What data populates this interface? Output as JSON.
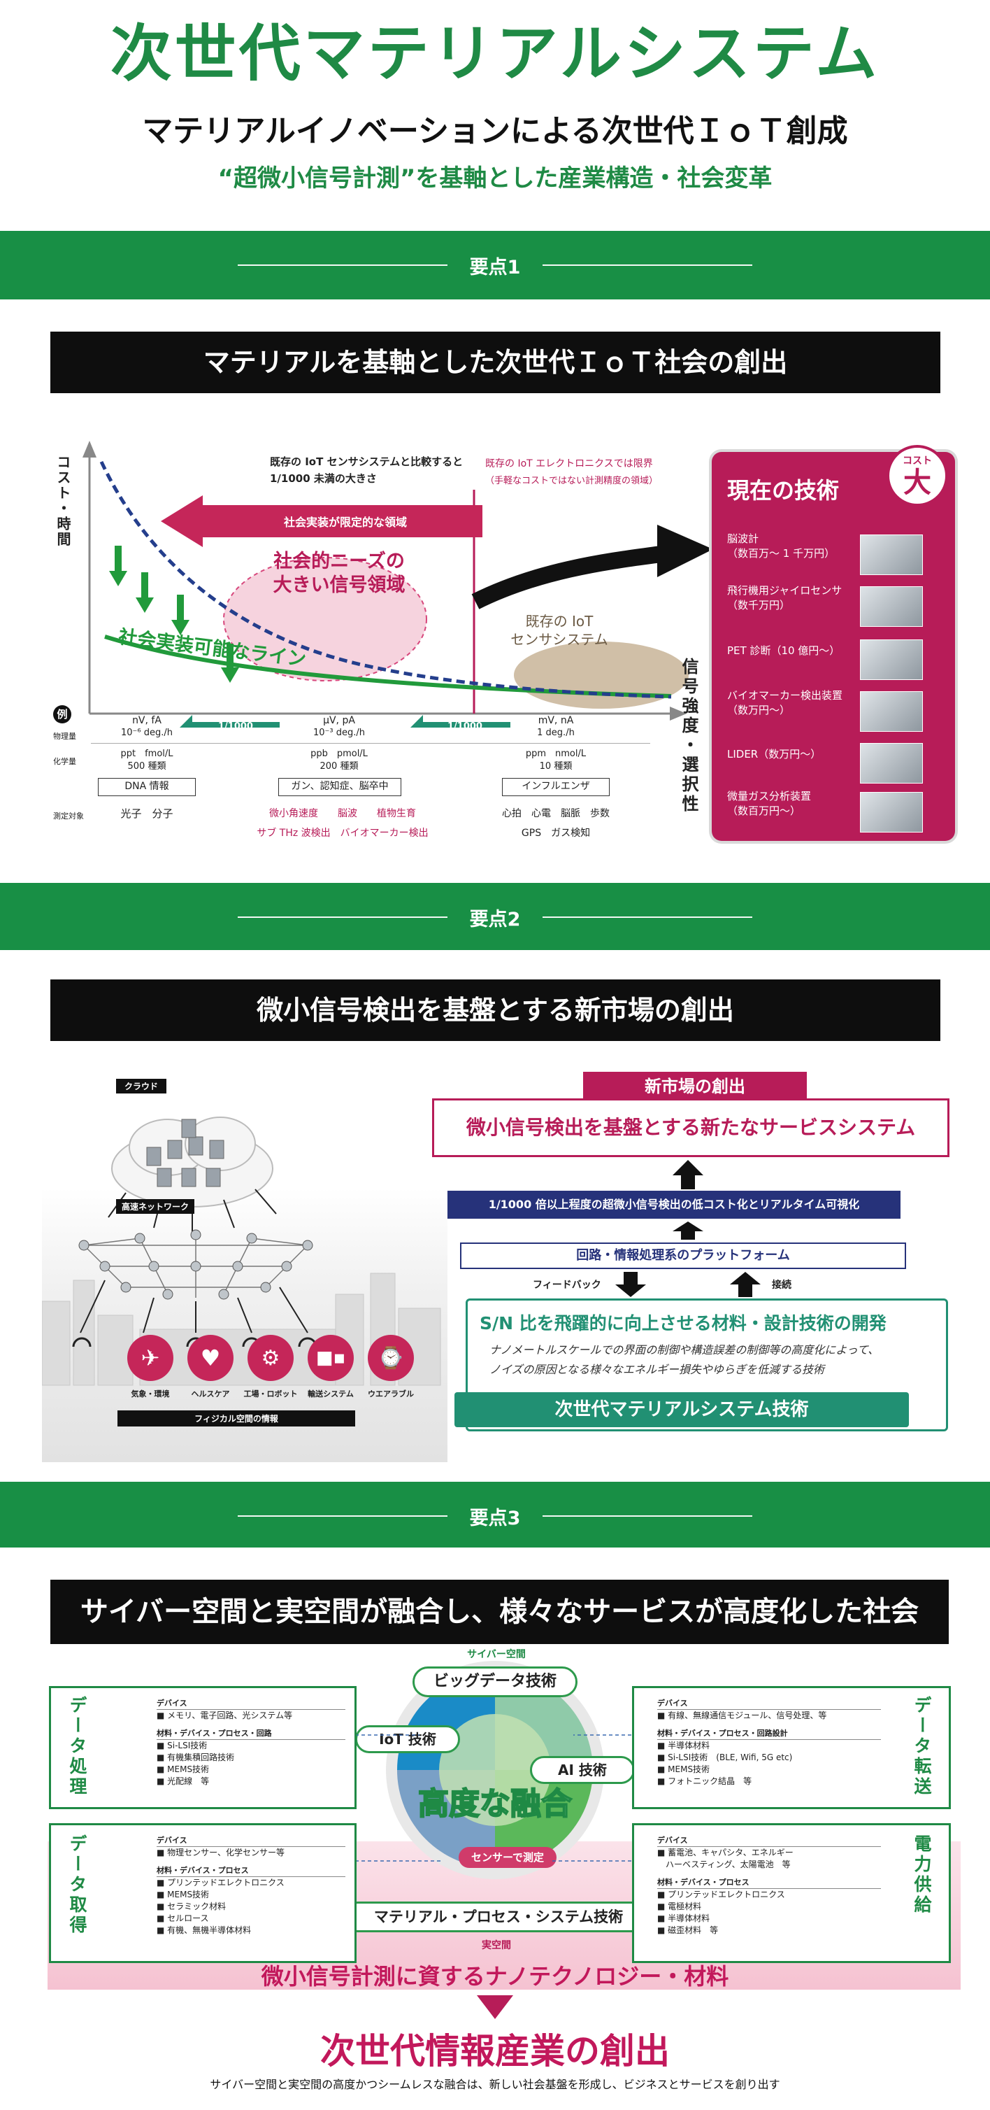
{
  "header": {
    "title": "次世代マテリアルシステム",
    "subtitle": "マテリアルイノベーションによる次世代ＩｏＴ創成",
    "tagline": "“超微小信号計測”を基軸とした産業構造・社会変革"
  },
  "points": {
    "p1": "要点1",
    "p2": "要点2",
    "p3": "要点3"
  },
  "section1": {
    "banner": "マテリアルを基軸とした次世代ＩｏＴ社会の創出",
    "y_axis": "コスト・時間",
    "x_axis": "信号強度・選択性",
    "note_existing": "既存の IoT センサシステムと比較すると 1/1000 未満の大きさ",
    "note_limit_1": "既存の IoT エレクトロニクスでは限界",
    "note_limit_2": "（手軽なコストではない計測精度の領域）",
    "arrow_limited": "社会実装が限定的な領域",
    "needs_line1": "社会的ニーズの",
    "needs_line2": "大きい信号領域",
    "possible_line": "社会実装可能なライン",
    "existing_system_1": "既存の IoT",
    "existing_system_2": "センサシステム",
    "example_label": "例",
    "row_physical": "物理量",
    "row_chemical": "化学量",
    "row_target": "測定対象",
    "ratio1": "1/1000",
    "ratio2": "1/1000",
    "col1_phys1": "nV, fA",
    "col1_phys2": "10⁻⁶ deg./h",
    "col1_chem1": "ppt　fmol/L",
    "col1_chem2": "500 種類",
    "col1_box": "DNA 情報",
    "col1_t1": "光子　分子",
    "col2_phys1": "μV, pA",
    "col2_phys2": "10⁻³ deg./h",
    "col2_chem1": "ppb　pmol/L",
    "col2_chem2": "200 種類",
    "col2_box": "ガン、認知症、脳卒中",
    "col2_t1": "微小角速度　　脳波　　植物生育",
    "col2_t2": "サブ THz 波検出　バイオマーカー検出",
    "col3_phys1": "mV, nA",
    "col3_phys2": "1 deg./h",
    "col3_chem1": "ppm　nmol/L",
    "col3_chem2": "10 種類",
    "col3_box": "インフルエンザ",
    "col3_t1": "心拍　心電　脳脈　歩数",
    "col3_t2": "GPS　ガス検知",
    "tech_title": "現在の技術",
    "cost_label": "コスト",
    "cost_big": "大",
    "tech_items": [
      {
        "l1": "脳波計",
        "l2": "（数百万～ 1 千万円）"
      },
      {
        "l1": "飛行機用ジャイロセンサ",
        "l2": "（数千万円）"
      },
      {
        "l1": "PET 診断（10 億円～）",
        "l2": ""
      },
      {
        "l1": "バイオマーカー検出装置",
        "l2": "（数万円～）"
      },
      {
        "l1": "LIDER（数万円～）",
        "l2": ""
      },
      {
        "l1": "微量ガス分析装置",
        "l2": "（数百万円～）"
      }
    ]
  },
  "section2": {
    "banner": "微小信号検出を基盤とする新市場の創出",
    "cloud_label": "クラウド",
    "network_label": "高速ネットワーク",
    "physical_label": "フィジカル空間の情報",
    "icons": [
      {
        "name": "satellite-icon",
        "label": "気象・環境"
      },
      {
        "name": "heart-icon",
        "label": "ヘルスケア"
      },
      {
        "name": "factory-icon",
        "label": "工場・ロボット"
      },
      {
        "name": "truck-icon",
        "label": "輸送システム"
      },
      {
        "name": "watch-icon",
        "label": "ウエアラブル"
      }
    ],
    "new_market_tag": "新市場の創出",
    "new_market_main": "微小信号検出を基盤とする新たなサービスシステム",
    "lowcost": "1/1000 倍以上程度の超微小信号検出の低コスト化とリアルタイム可視化",
    "platform": "回路・情報処理系のプラットフォーム",
    "feedback": "フィードバック",
    "connect": "接続",
    "sn_title": "S/N 比を飛躍的に向上させる材料・設計技術の開発",
    "sn_desc1": "ナノメートルスケールでの界面の制御や構造誤差の制御等の高度化によって、",
    "sn_desc2": "ノイズの原因となる様々なエネルギー損失やゆらぎを低減する技術",
    "nextgen_tech": "次世代マテリアルシステム技術"
  },
  "section3": {
    "banner": "サイバー空間と実空間が融合し、様々なサービスが高度化した社会",
    "cyber_label": "サイバー空間",
    "real_label": "実空間",
    "bigdata": "ビッグデータ技術",
    "iot": "IoT 技術",
    "ai": "AI 技術",
    "fusion": "高度な融合",
    "sensor": "センサーで測定",
    "material": "マテリアル・プロセス・システム技術",
    "nano": "微小信号計測に資するナノテクノロジー・材料",
    "result": "次世代情報産業の創出",
    "result_desc": "サイバー空間と実空間の高度かつシームレスな融合は、新しい社会基盤を形成し、ビジネスとサービスを創り出す",
    "data_process": {
      "title": "データ処理",
      "h1": "デバイス",
      "i1": [
        "■ メモリ、電子回路、光システム等"
      ],
      "h2": "材料・デバイス・プロセス・回路",
      "i2": [
        "■ Si-LSI技術",
        "■ 有機集積回路技術",
        "■ MEMS技術",
        "■ 光配線　等"
      ]
    },
    "data_transfer": {
      "title": "データ転送",
      "h1": "デバイス",
      "i1": [
        "■ 有線、無線通信モジュール、信号处理、等"
      ],
      "h2": "材料・デバイス・プロセス・回路設計",
      "i2": [
        "■ 半導体材料",
        "■ Si-LSI技術　(BLE, Wifi, 5G etc)",
        "■ MEMS技術",
        "■ フォトニック結晶　等"
      ]
    },
    "data_acquire": {
      "title": "データ取得",
      "h1": "デバイス",
      "i1": [
        "■ 物理センサー、化学センサー等"
      ],
      "h2": "材料・デバイス・プロセス",
      "i2": [
        "■ プリンテッドエレクトロニクス",
        "■ MEMS技術",
        "■ セラミック材料",
        "■ セルロース",
        "■ 有機、無機半導体材料"
      ]
    },
    "power_supply": {
      "title": "電力供給",
      "h1": "デバイス",
      "i1": [
        "■ 蓄電池、キャパシタ、エネルギー",
        "　ハーベスティング、太陽電池　等"
      ],
      "h2": "材料・デバイス・プロセス",
      "i2": [
        "■ プリンテッドエレクトロニクス",
        "■ 電極材料",
        "■ 半導体材料",
        "■ 磁歪材料　等"
      ]
    }
  }
}
